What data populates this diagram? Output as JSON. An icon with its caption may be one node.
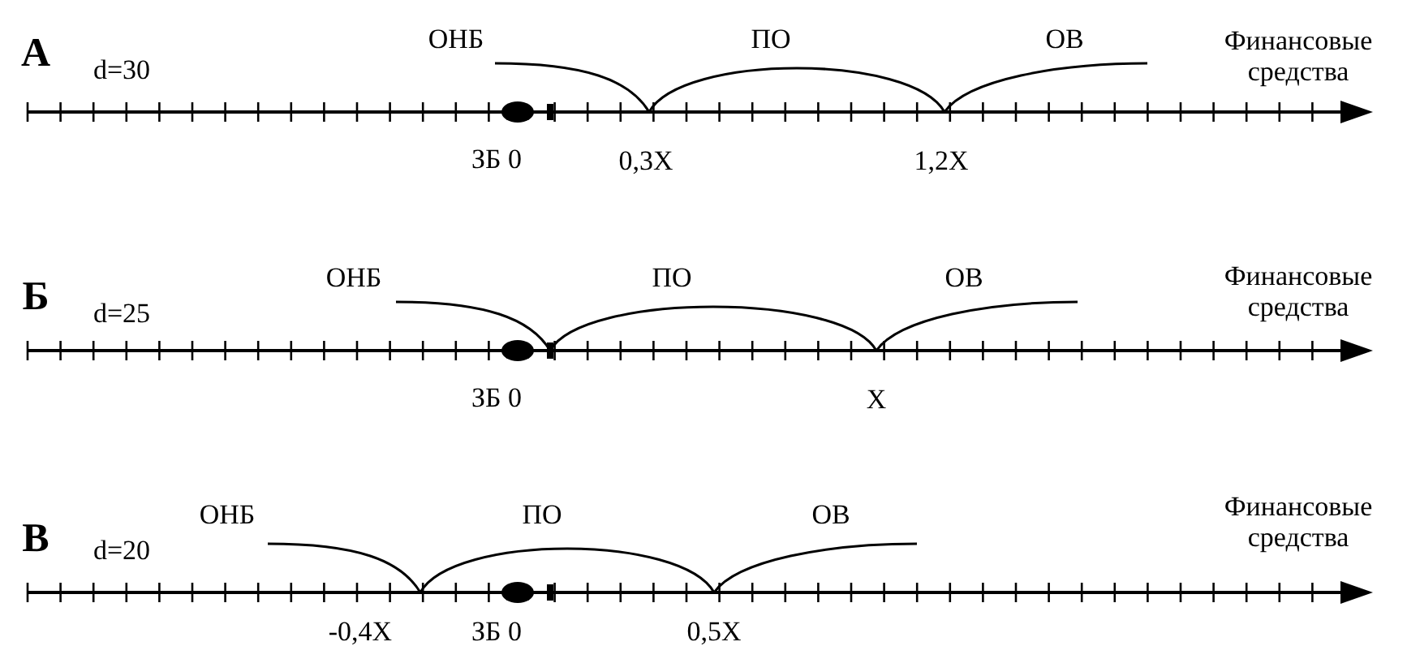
{
  "diagram": {
    "labels": [
      "А",
      "ОНБ",
      "ПО",
      "ОВ",
      "Финансовые средства",
      "d=30",
      "ЗБ 0",
      "0,3X",
      "1,2X",
      "Б",
      "ОНБ",
      "ПО",
      "ОВ",
      "Финансовые средства",
      "d=25",
      "ЗБ 0",
      "X",
      "В",
      "ОНБ",
      "ПО",
      "ОВ",
      "Финансовые средства",
      "d=20",
      "-0,4X",
      "ЗБ 0",
      "0,5X"
    ]
  }
}
